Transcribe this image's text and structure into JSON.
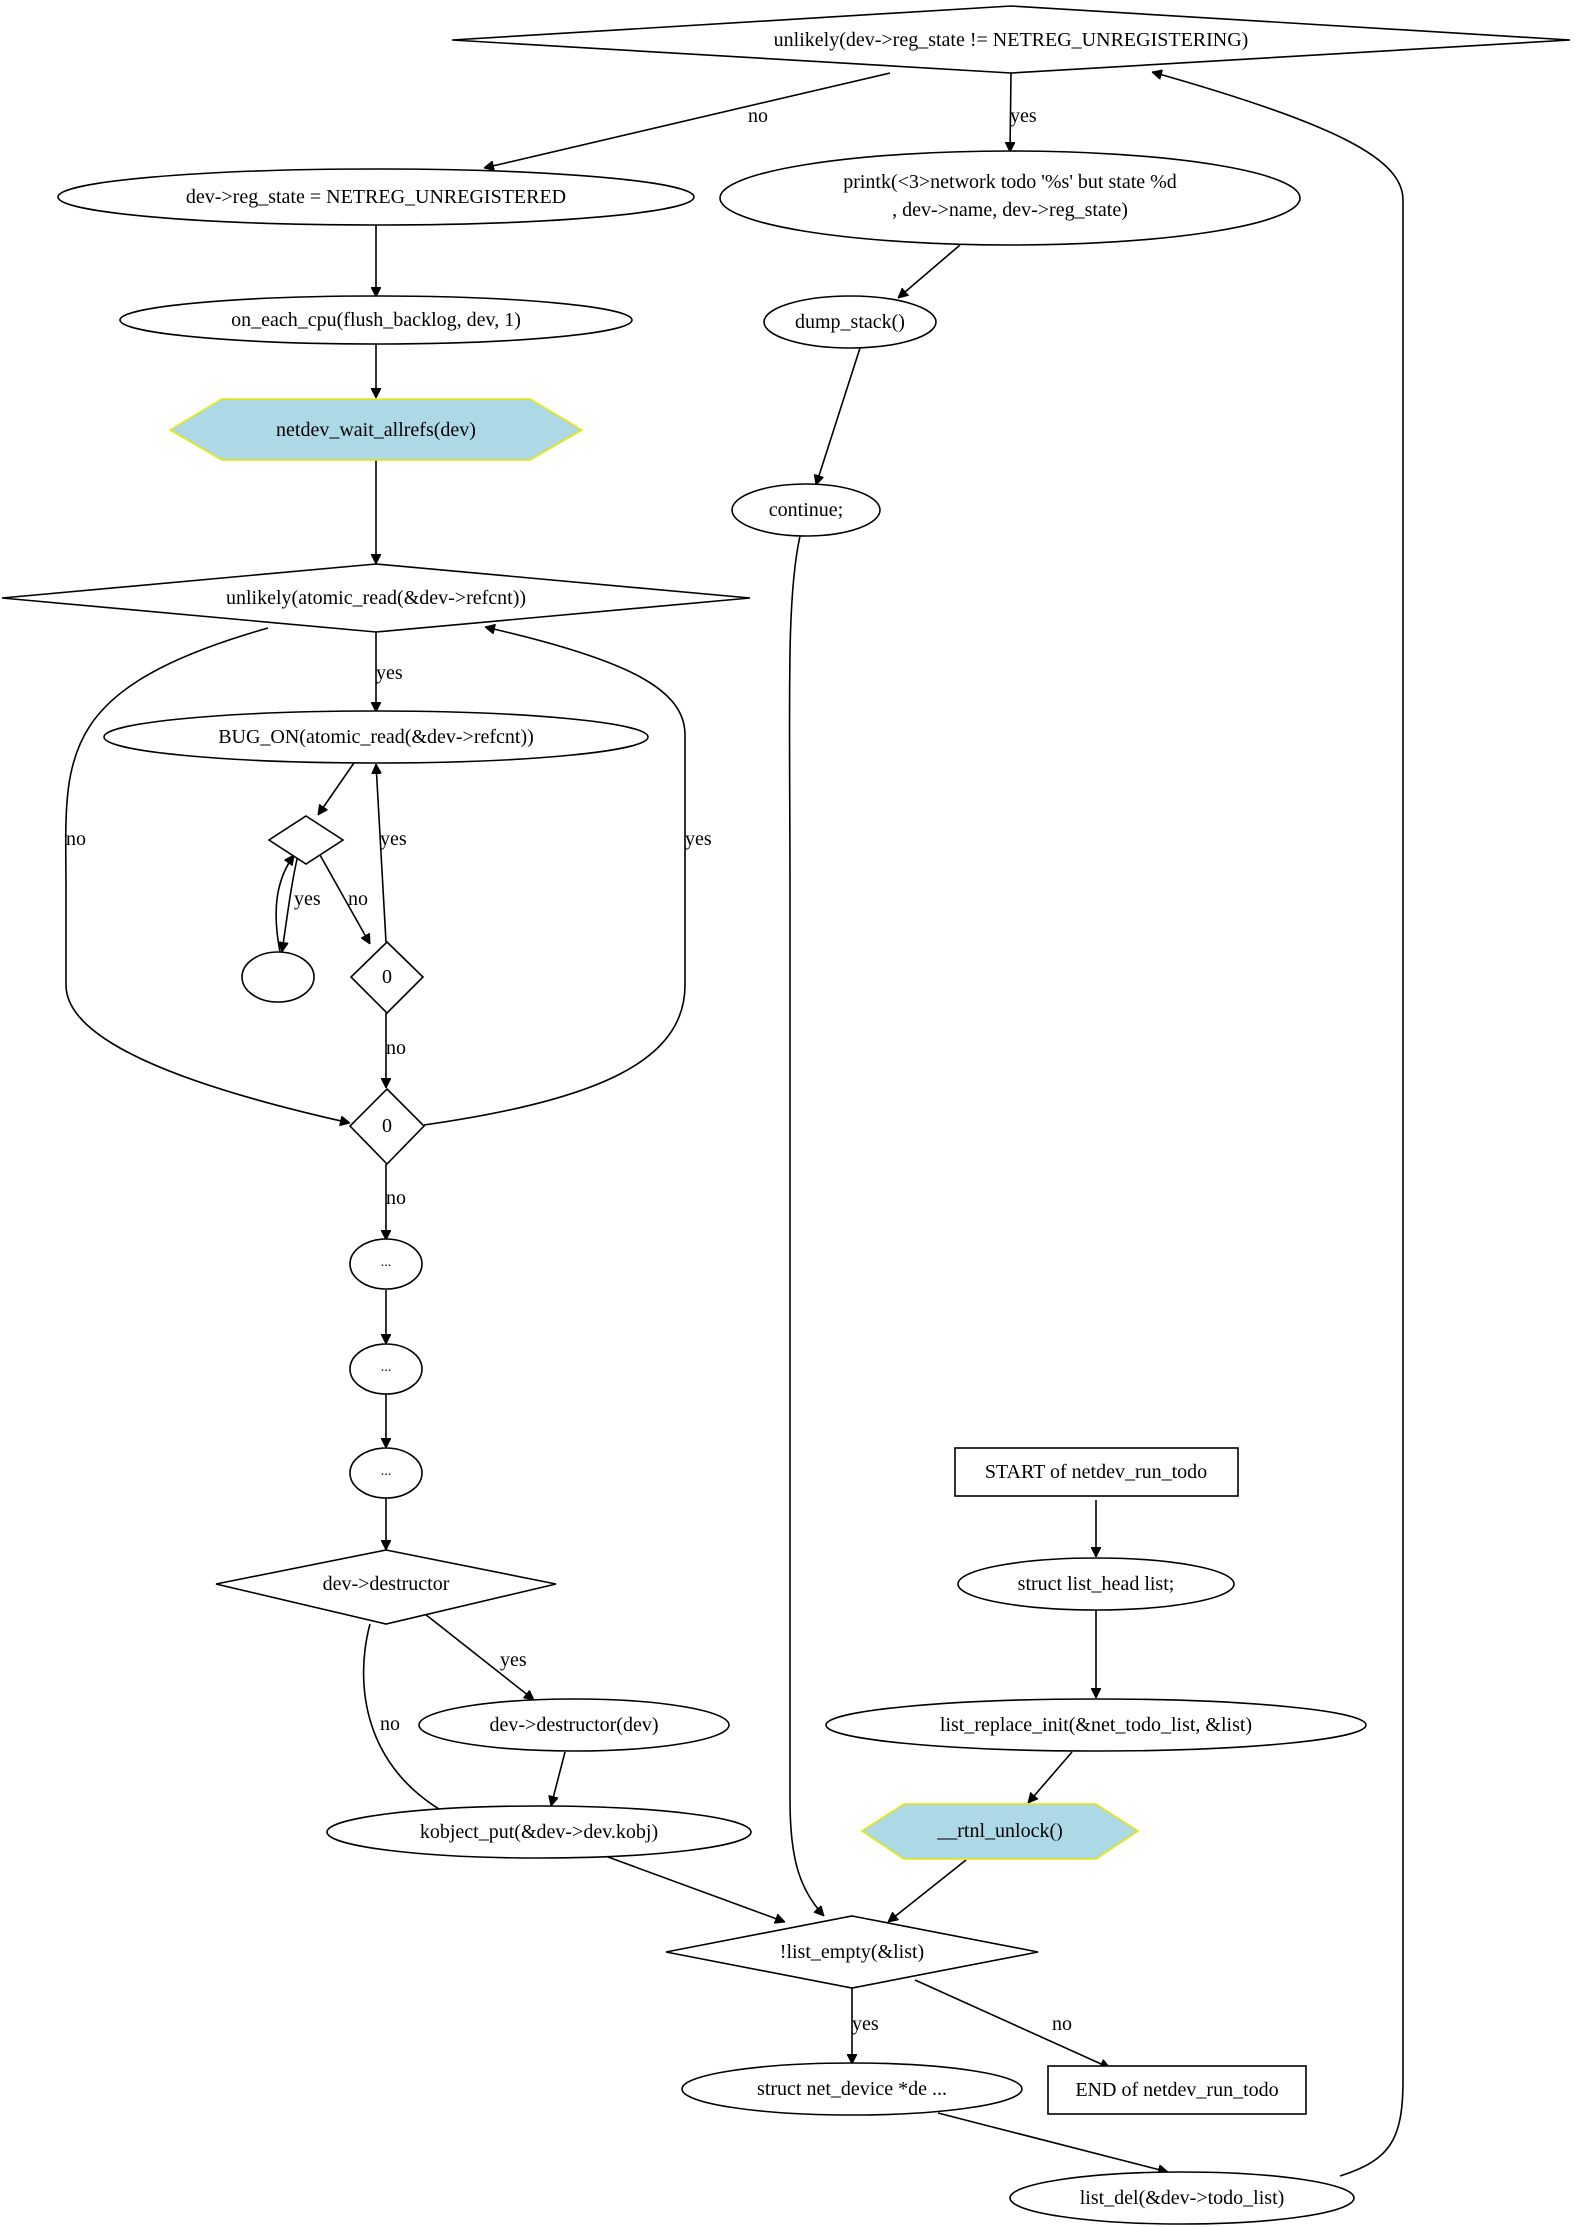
{
  "nodes": {
    "cond_state": "unlikely(dev->reg_state != NETREG_UNREGISTERING)",
    "set_unregistered": "dev->reg_state = NETREG_UNREGISTERED",
    "printk_1": "printk(<3>network todo '%s' but state %d",
    "printk_2": ", dev->name, dev->reg_state)",
    "on_each_cpu": "on_each_cpu(flush_backlog, dev, 1)",
    "dump_stack": "dump_stack()",
    "wait_allrefs": "netdev_wait_allrefs(dev)",
    "continue": "continue;",
    "cond_refcnt": "unlikely(atomic_read(&dev->refcnt))",
    "bug_on": "BUG_ON(atomic_read(&dev->refcnt))",
    "zero_1": "0",
    "zero_2": "0",
    "dots_1": "...",
    "dots_2": "...",
    "dots_3": "...",
    "start": "START of netdev_run_todo",
    "list_head": "struct list_head list;",
    "list_replace": "list_replace_init(&net_todo_list, &list)",
    "cond_destructor": "dev->destructor",
    "call_destructor": "dev->destructor(dev)",
    "kobject_put": "kobject_put(&dev->dev.kobj)",
    "rtnl_unlock": "__rtnl_unlock()",
    "cond_list_empty": "!list_empty(&list)",
    "net_device": "struct net_device *de ...",
    "end": "END of netdev_run_todo",
    "list_del": "list_del(&dev->todo_list)"
  },
  "edges": {
    "no": "no",
    "yes": "yes"
  },
  "colors": {
    "highlight_fill": "#add8e6",
    "highlight_stroke": "#e8e800"
  }
}
